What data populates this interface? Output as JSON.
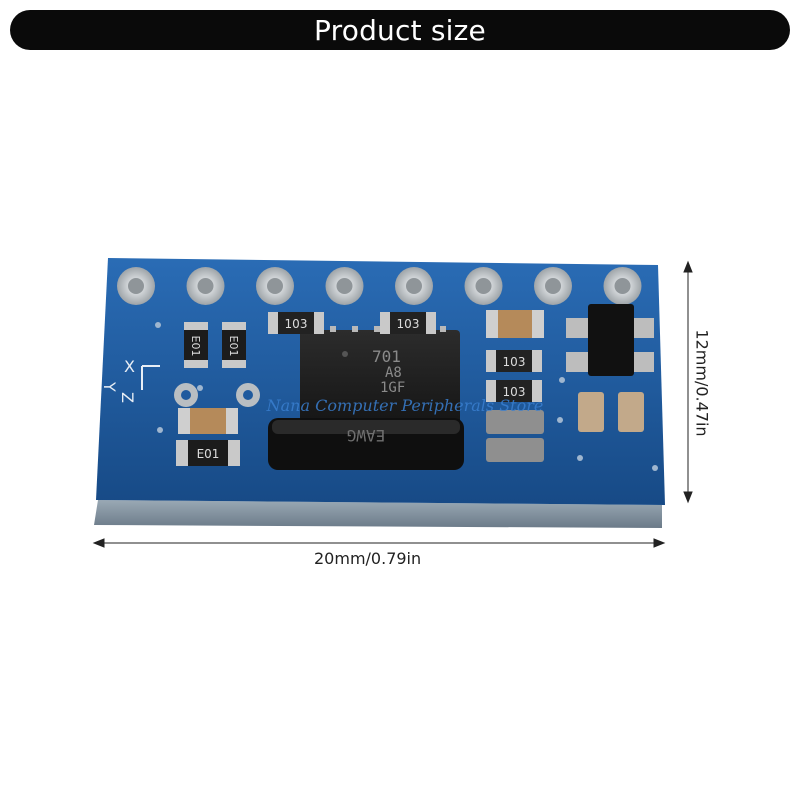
{
  "header": {
    "title": "Product size"
  },
  "dimensions": {
    "width_label": "20mm/0.79in",
    "height_label": "12mm/0.47in"
  },
  "board": {
    "resistor_label": "103",
    "capacitor_label": "E01",
    "chip_lines": [
      "701",
      "A8",
      "1GF"
    ],
    "crystal_label": "EAWG",
    "axis_labels": [
      "X",
      "Y",
      "Z"
    ],
    "watermark": "Nana Computer Peripherals Store"
  },
  "colors": {
    "pcb_blue": "#1f5a9e",
    "pcb_edge": "#8a9aa8",
    "header_bg": "#0a0a0a"
  }
}
